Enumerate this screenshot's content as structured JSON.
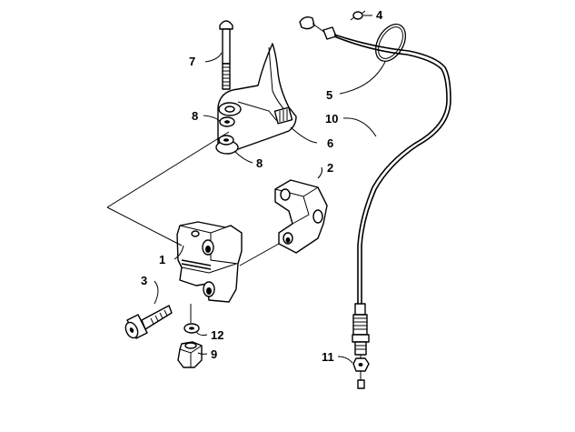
{
  "callouts": [
    {
      "id": "1",
      "text": "1"
    },
    {
      "id": "2",
      "text": "2"
    },
    {
      "id": "3",
      "text": "3"
    },
    {
      "id": "4",
      "text": "4"
    },
    {
      "id": "5",
      "text": "5"
    },
    {
      "id": "6",
      "text": "6"
    },
    {
      "id": "7",
      "text": "7"
    },
    {
      "id": "8a",
      "text": "8"
    },
    {
      "id": "8b",
      "text": "8"
    },
    {
      "id": "9",
      "text": "9"
    },
    {
      "id": "10",
      "text": "10"
    },
    {
      "id": "11",
      "text": "11"
    },
    {
      "id": "12",
      "text": "12"
    }
  ],
  "colors": {
    "ink": "#000000",
    "paper": "#ffffff"
  }
}
